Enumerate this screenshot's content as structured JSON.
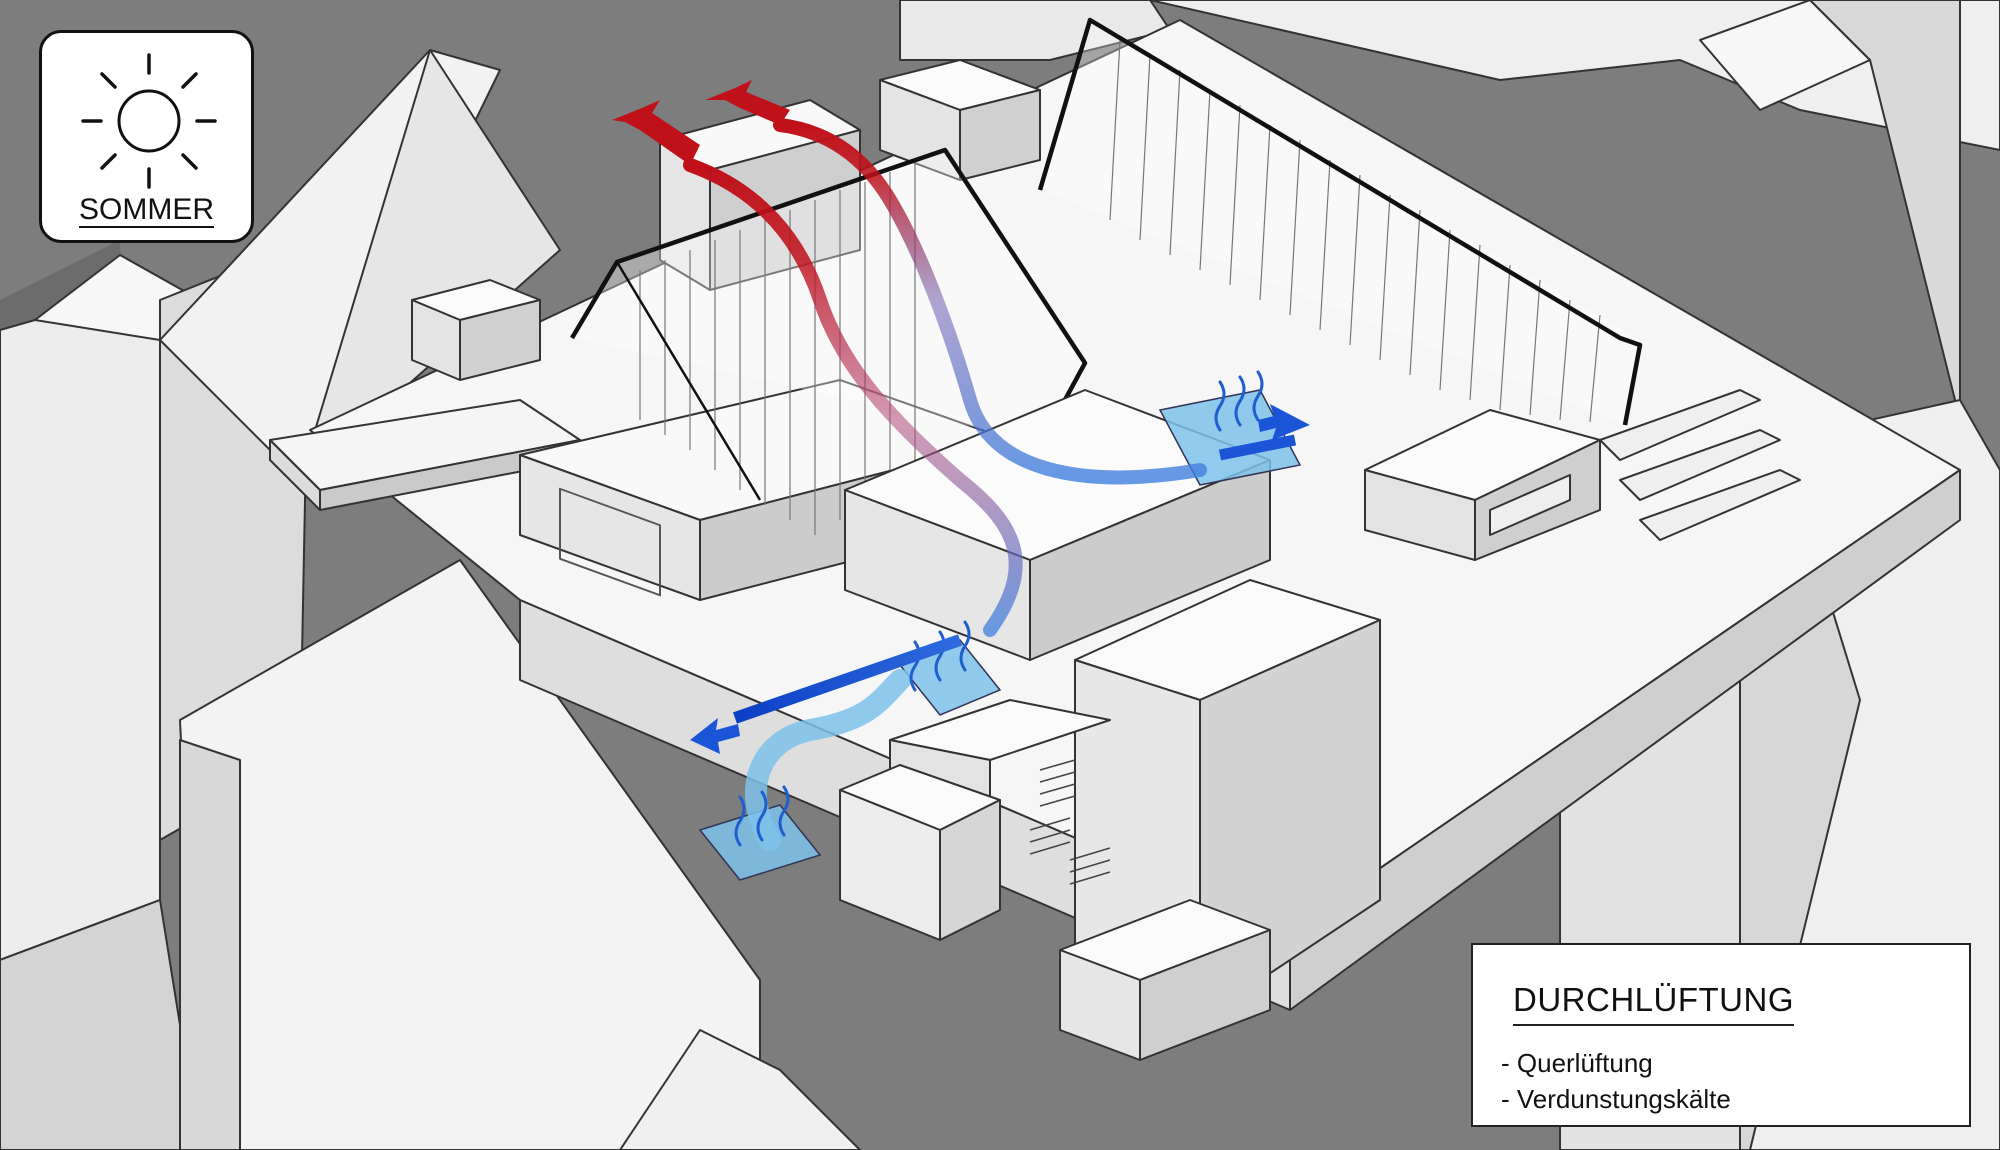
{
  "badge": {
    "label": "SOMMER",
    "icon": "sun-icon"
  },
  "legend": {
    "title": "DURCHLÜFTUNG",
    "items": [
      "- Querlüftung",
      "- Verdunstungskälte"
    ]
  },
  "colors": {
    "warm_air": "#c0101a",
    "cool_air": "#1a55d8",
    "water": "#7cc2ea",
    "building": "#f4f4f4",
    "ground": "#7d7d7d"
  }
}
